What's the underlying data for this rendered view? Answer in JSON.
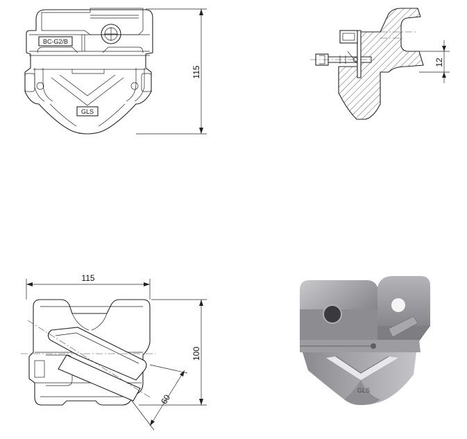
{
  "views": {
    "front": {
      "label_plate": "BC-G2/B",
      "label_base": "GLS",
      "dim_height": "115"
    },
    "section": {
      "dim_gap": "12"
    },
    "top": {
      "dim_width": "115",
      "dim_depth": "100",
      "dim_diag": "60"
    },
    "photo": {
      "label_base": "GLS"
    }
  }
}
